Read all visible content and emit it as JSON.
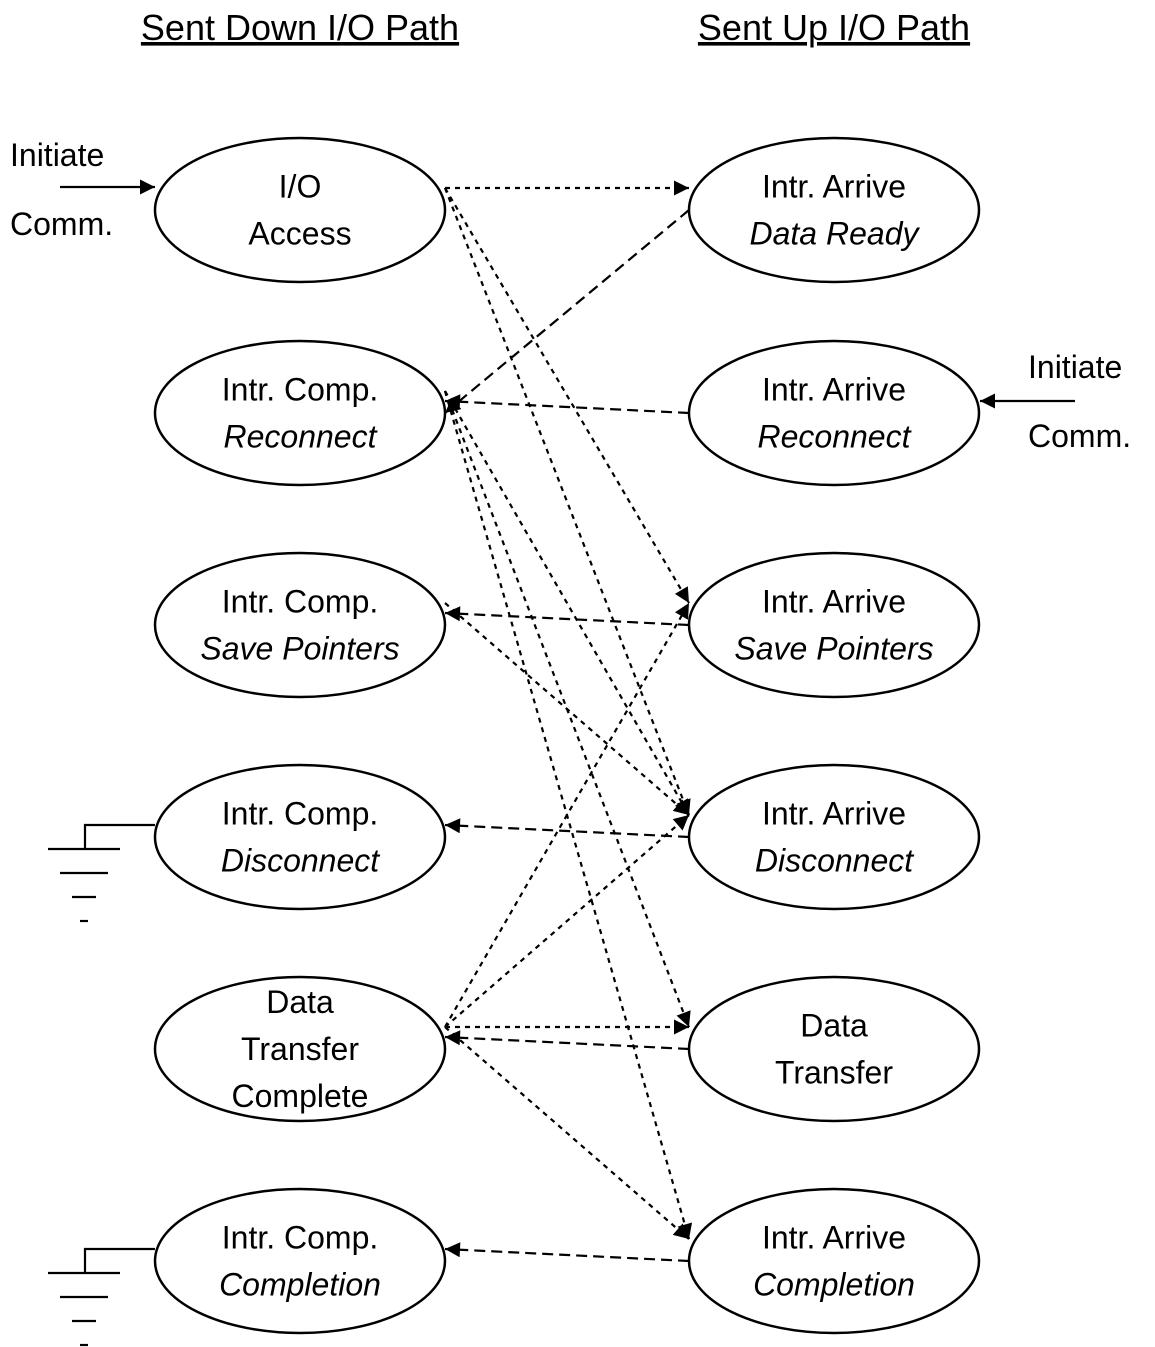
{
  "headers": {
    "down": "Sent Down I/O Path",
    "up": "Sent Up I/O Path"
  },
  "initiate": {
    "left": [
      "Initiate",
      "Comm."
    ],
    "right": [
      "Initiate",
      "Comm."
    ]
  },
  "left_nodes": [
    {
      "id": "io-access",
      "lines": [
        {
          "text": "I/O"
        },
        {
          "text": "Access"
        }
      ]
    },
    {
      "id": "intr-comp-reconnect",
      "lines": [
        {
          "text": "Intr. Comp."
        },
        {
          "text": "Reconnect",
          "italic": true
        }
      ]
    },
    {
      "id": "intr-comp-save-pointers",
      "lines": [
        {
          "text": "Intr. Comp."
        },
        {
          "text": "Save Pointers",
          "italic": true
        }
      ]
    },
    {
      "id": "intr-comp-disconnect",
      "lines": [
        {
          "text": "Intr. Comp."
        },
        {
          "text": "Disconnect",
          "italic": true
        }
      ]
    },
    {
      "id": "data-transfer-complete",
      "lines": [
        {
          "text": "Data"
        },
        {
          "text": "Transfer"
        },
        {
          "text": "Complete"
        }
      ]
    },
    {
      "id": "intr-comp-completion",
      "lines": [
        {
          "text": "Intr. Comp."
        },
        {
          "text": "Completion",
          "italic": true
        }
      ]
    }
  ],
  "right_nodes": [
    {
      "id": "intr-arrive-data-ready",
      "lines": [
        {
          "text": "Intr. Arrive"
        },
        {
          "text": "Data Ready",
          "italic": true
        }
      ]
    },
    {
      "id": "intr-arrive-reconnect",
      "lines": [
        {
          "text": "Intr. Arrive"
        },
        {
          "text": "Reconnect",
          "italic": true
        }
      ]
    },
    {
      "id": "intr-arrive-save-pointers",
      "lines": [
        {
          "text": "Intr. Arrive"
        },
        {
          "text": "Save Pointers",
          "italic": true
        }
      ]
    },
    {
      "id": "intr-arrive-disconnect",
      "lines": [
        {
          "text": "Intr. Arrive"
        },
        {
          "text": "Disconnect",
          "italic": true
        }
      ]
    },
    {
      "id": "data-transfer",
      "lines": [
        {
          "text": "Data"
        },
        {
          "text": "Transfer"
        }
      ]
    },
    {
      "id": "intr-arrive-completion",
      "lines": [
        {
          "text": "Intr. Arrive"
        },
        {
          "text": "Completion",
          "italic": true
        }
      ]
    }
  ],
  "edges_down": [
    {
      "from": 0,
      "to": 0
    },
    {
      "from": 0,
      "to": 2
    },
    {
      "from": 0,
      "to": 3
    },
    {
      "from": 1,
      "to": 3
    },
    {
      "from": 1,
      "to": 4
    },
    {
      "from": 1,
      "to": 5
    },
    {
      "from": 2,
      "to": 3
    },
    {
      "from": 4,
      "to": 2
    },
    {
      "from": 4,
      "to": 3
    },
    {
      "from": 4,
      "to": 4
    },
    {
      "from": 4,
      "to": 5
    }
  ],
  "edges_up": [
    {
      "from": 0,
      "to": 1
    },
    {
      "from": 1,
      "to": 1
    },
    {
      "from": 2,
      "to": 2
    },
    {
      "from": 3,
      "to": 3
    },
    {
      "from": 4,
      "to": 4
    },
    {
      "from": 5,
      "to": 5
    }
  ],
  "grounded_left_nodes": [
    3,
    5
  ]
}
